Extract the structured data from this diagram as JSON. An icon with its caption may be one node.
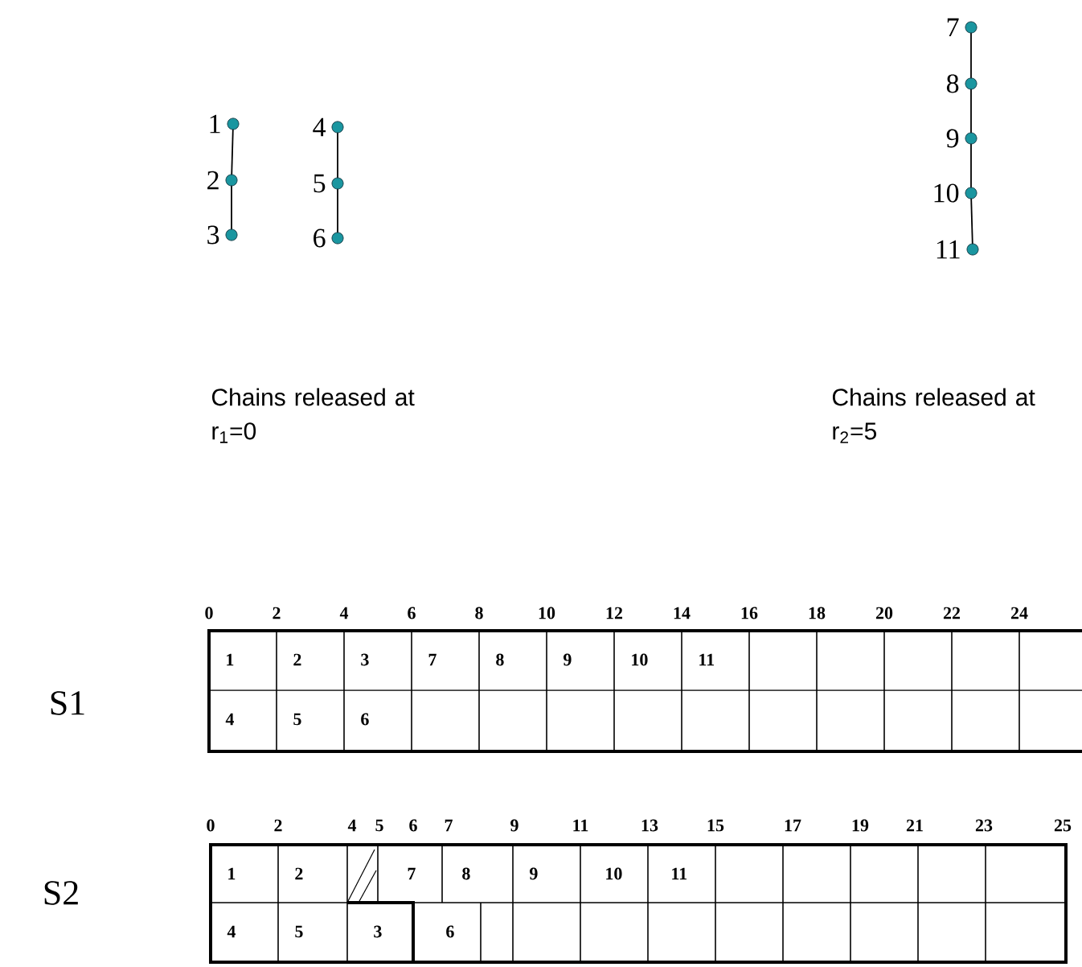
{
  "diagram": {
    "nodes": [
      {
        "text": [],
        "shape": "circle",
        "beside": [
          "1"
        ]
      },
      {
        "text": [],
        "shape": "circle",
        "beside": [
          "2"
        ]
      },
      {
        "text": [],
        "shape": "circle",
        "beside": [
          "3"
        ]
      },
      {
        "text": [],
        "shape": "circle",
        "beside": [
          "4"
        ]
      },
      {
        "text": [],
        "shape": "circle",
        "beside": [
          "5"
        ]
      },
      {
        "text": [],
        "shape": "circle",
        "beside": [
          "6"
        ]
      },
      {
        "text": [],
        "shape": "circle",
        "beside": [
          "7"
        ]
      },
      {
        "text": [],
        "shape": "circle",
        "beside": [
          "8"
        ]
      },
      {
        "text": [],
        "shape": "circle",
        "beside": [
          "9"
        ]
      },
      {
        "text": [],
        "shape": "circle",
        "beside": [
          "10"
        ]
      },
      {
        "text": [],
        "shape": "circle",
        "beside": [
          "11"
        ]
      }
    ],
    "edges": [
      {
        "from": 0,
        "to": 1,
        "arrow": "none"
      },
      {
        "from": 1,
        "to": 2,
        "arrow": "none"
      },
      {
        "from": 3,
        "to": 4,
        "arrow": "none"
      },
      {
        "from": 4,
        "to": 5,
        "arrow": "none"
      },
      {
        "from": 6,
        "to": 7,
        "arrow": "none"
      },
      {
        "from": 7,
        "to": 8,
        "arrow": "none"
      },
      {
        "from": 8,
        "to": 9,
        "arrow": "none"
      },
      {
        "from": 9,
        "to": 10,
        "arrow": "none"
      }
    ],
    "labels": [
      "Chains released at r$_{1}$=0",
      "Chains released at r$_{2}$=5",
      "S1",
      "0",
      "2",
      "4",
      "6",
      "8",
      "10",
      "12",
      "14",
      "16",
      "18",
      "20",
      "22",
      "24",
      "1",
      "2",
      "3",
      "7",
      "8",
      "9",
      "10",
      "11",
      "4",
      "5",
      "6",
      "S2",
      "0",
      "2",
      "4",
      "5",
      "6",
      "7",
      "9",
      "11",
      "13",
      "15",
      "17",
      "19",
      "21",
      "23",
      "25",
      "1",
      "2",
      "7",
      "8",
      "9",
      "10",
      "11",
      "4",
      "5",
      "3",
      "6"
    ]
  }
}
